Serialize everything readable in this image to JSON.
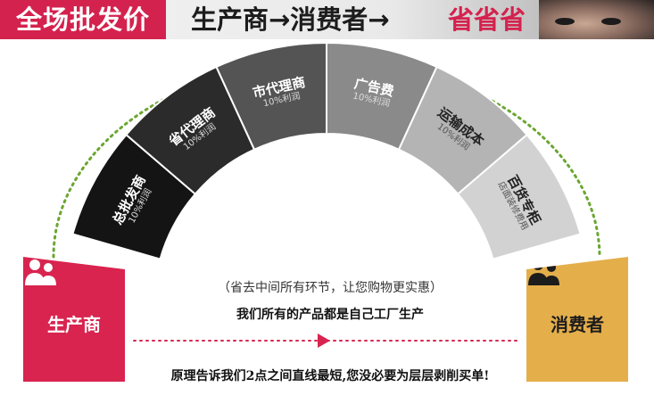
{
  "banner": {
    "wholesale": "全场批发价",
    "chain": "生产商→消费者→",
    "save": "省省省"
  },
  "arc": {
    "segments": [
      {
        "label": "总批发商",
        "sub": "10%利润"
      },
      {
        "label": "省代理商",
        "sub": "10%利润"
      },
      {
        "label": "市代理商",
        "sub": "10%利润"
      },
      {
        "label": "广告费",
        "sub": "10%利润"
      },
      {
        "label": "运输成本",
        "sub": "10%利润"
      },
      {
        "label": "百货专柜",
        "sub": "店面装修费用"
      }
    ]
  },
  "producer": {
    "label": "生产商",
    "icon": "people-icon"
  },
  "consumer": {
    "label": "消费者",
    "icon": "people-icon"
  },
  "notes": {
    "line1": "（省去中间所有环节，让您购物更实惠）",
    "line2": "我们所有的产品都是自己工厂生产",
    "line3": "原理告诉我们2点之间直线最短,您没必要为层层剥削买单!"
  },
  "colors": {
    "red": "#d8244f",
    "gold": "#e4ae4a",
    "green": "#6aa62f",
    "pink_arrow": "#d8244f"
  }
}
